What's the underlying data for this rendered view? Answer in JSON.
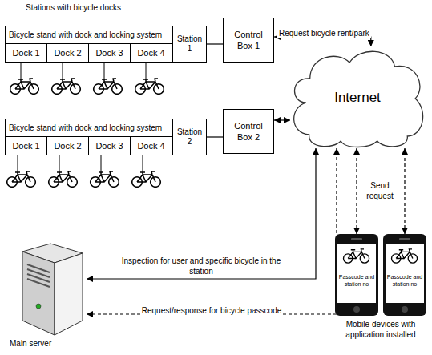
{
  "diagram": {
    "nodes": [
      {
        "text": [
          "Bicycle stand with dock and locking system"
        ]
      },
      {
        "text": [
          "Dock 1"
        ],
        "in": 0
      },
      {
        "text": [
          "Dock 2"
        ],
        "in": 0
      },
      {
        "text": [
          "Dock 3"
        ],
        "in": 0
      },
      {
        "text": [
          "Dock 4"
        ],
        "in": 0
      },
      {
        "text": [
          "Station 1"
        ],
        "in": 0
      },
      {
        "text": [
          "Control Box 1"
        ]
      },
      {
        "text": [
          "Bicycle stand with dock and locking system"
        ]
      },
      {
        "text": [
          "Dock 1"
        ],
        "in": 7
      },
      {
        "text": [
          "Dock 2"
        ],
        "in": 7
      },
      {
        "text": [
          "Dock 3"
        ],
        "in": 7
      },
      {
        "text": [
          "Dock 4"
        ],
        "in": 7
      },
      {
        "text": [
          "Station 2"
        ],
        "in": 7
      },
      {
        "text": [
          "Control Box 2"
        ]
      },
      {
        "text": [
          "Internet"
        ]
      },
      {
        "text": [
          "Main server"
        ]
      },
      {
        "text": [
          "Passcode and station no"
        ]
      },
      {
        "text": [
          "Passcode and station no"
        ]
      }
    ],
    "edges": [
      {
        "from": 5,
        "to": 6,
        "arrow": "none"
      },
      {
        "from": 6,
        "to": 14,
        "label": "Request bicycle rent/park",
        "arrow": "both"
      },
      {
        "from": 12,
        "to": 13,
        "arrow": "none"
      },
      {
        "from": 13,
        "to": 14,
        "arrow": "both"
      },
      {
        "from": 14,
        "to": 15,
        "label": "Inspection for user and specific bicycle in the station",
        "arrow": "both"
      },
      {
        "from": 15,
        "to": 14,
        "label": "Request/response for bicycle passcode",
        "arrow": "both"
      },
      {
        "from": 16,
        "to": 14,
        "label": "Send request",
        "arrow": "both"
      },
      {
        "from": 17,
        "to": 14,
        "arrow": "both"
      }
    ],
    "labels": [
      "Stations with bicycle docks",
      "Mobile devices with application installed"
    ]
  }
}
